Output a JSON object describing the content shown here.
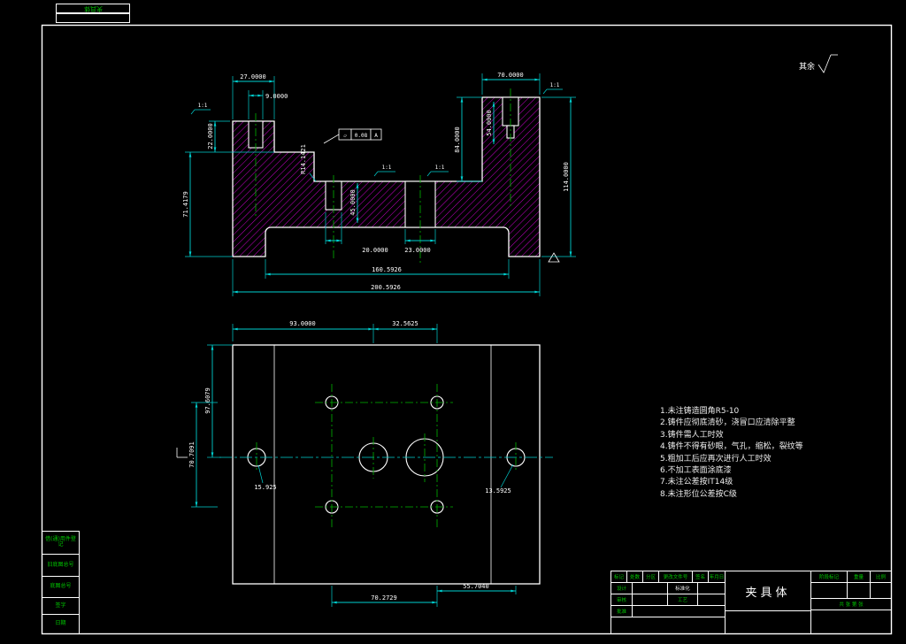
{
  "drawing": {
    "title": "夹具体",
    "surface_stamp": "其余",
    "corner_code": "夹具体"
  },
  "front_view": {
    "dims": {
      "tower_width": "27.0000",
      "slot_width": "9.0000",
      "right_tower_width": "70.0000",
      "step_height": "22.0000",
      "left_height": "71.4179",
      "fillet_radius": "R14.1421",
      "mid_depth": "45.0000",
      "right_inner_height": "84.0000",
      "slot_depth": "54.0000",
      "overall_height": "114.0000",
      "slot1_bottom": "20.0000",
      "slot2_bottom": "23.0000",
      "inner_width": "160.5926",
      "overall_width": "200.5926",
      "taper": "1:1"
    },
    "tolerance": {
      "symbol": "▱",
      "value": "0.08",
      "datum": "A"
    }
  },
  "plan_view": {
    "dims": {
      "top_left": "93.0000",
      "top_right": "32.5625",
      "left_upper": "97.6079",
      "left_lower": "70.7091",
      "offset_left": "15.925",
      "offset_right": "13.5925",
      "bottom_center": "70.2729",
      "bottom_right": "55.7040"
    }
  },
  "notes": {
    "lines": [
      "1.未注铸造圆角R5-10",
      "2.铸件应彻底清砂，浇冒口应清除平整",
      "3.铸件需人工时效",
      "4.铸件不得有砂眼，气孔，缩松，裂纹等",
      "5.粗加工后应再次进行人工时效",
      "6.不加工表面涂底漆",
      "7.未注公差按IT14级",
      "8.未注形位公差按C级"
    ]
  },
  "title_block": {
    "part_name": "夹具体",
    "header_cells": [
      "标记",
      "处数",
      "分区",
      "更改文件号",
      "签名",
      "年月日"
    ],
    "sign_rows": [
      [
        "设计",
        "标准化"
      ],
      [
        "审核",
        "工艺"
      ],
      [
        "批准",
        ""
      ]
    ],
    "right_headers": [
      "阶段标记",
      "重量",
      "比例"
    ],
    "sheet_info": "共 张 第 张"
  },
  "left_strip": {
    "labels": [
      "借(通)用件登记",
      "旧底图总号",
      "底图总号",
      "签字",
      "日期"
    ]
  }
}
